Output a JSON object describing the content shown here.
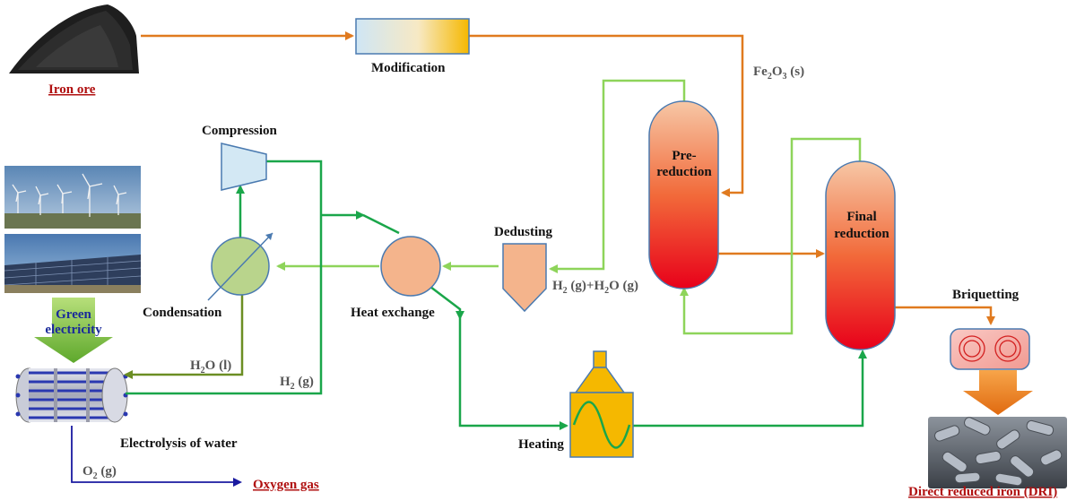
{
  "labels": {
    "iron_ore": "Iron ore",
    "modification": "Modification",
    "fe2o3_main": "Fe",
    "fe2o3_sub2": "2",
    "fe2o3_o": "O",
    "fe2o3_sub3": "3",
    "fe2o3_state": " (s)",
    "compression": "Compression",
    "pre_reduction_1": "Pre-",
    "pre_reduction_2": "reduction",
    "final_reduction_1": "Final",
    "final_reduction_2": "reduction",
    "dedusting": "Dedusting",
    "h2_h2o_h": "H",
    "h2_h2o_sub": "2",
    "h2_h2o_rest1": " (g)+H",
    "h2_h2o_sub2": "2",
    "h2_h2o_rest2": "O (g)",
    "condensation": "Condensation",
    "heat_exchange": "Heat exchange",
    "green_electricity_1": "Green",
    "green_electricity_2": "electricity",
    "h2o_l_h": "H",
    "h2o_l_sub": "2",
    "h2o_l_rest": "O (l)",
    "h2_g_h": "H",
    "h2_g_sub": "2",
    "h2_g_rest": " (g)",
    "electrolysis": "Electrolysis of water",
    "o2_g_o": "O",
    "o2_g_sub": "2",
    "o2_g_rest": " (g)",
    "oxygen_gas": "Oxygen gas",
    "briquetting": "Briquetting",
    "heating": "Heating",
    "dri": "Direct reduced iron (DRI)"
  },
  "colors": {
    "ore_stream": "#e07a1f",
    "hydrogen_dark": "#1aa64a",
    "hydrogen_light": "#8ed45a",
    "water_line": "#6b8e23",
    "oxygen_line": "#1a1aa0",
    "label_red": "#b01010",
    "label_blue": "#1a2a9a"
  }
}
